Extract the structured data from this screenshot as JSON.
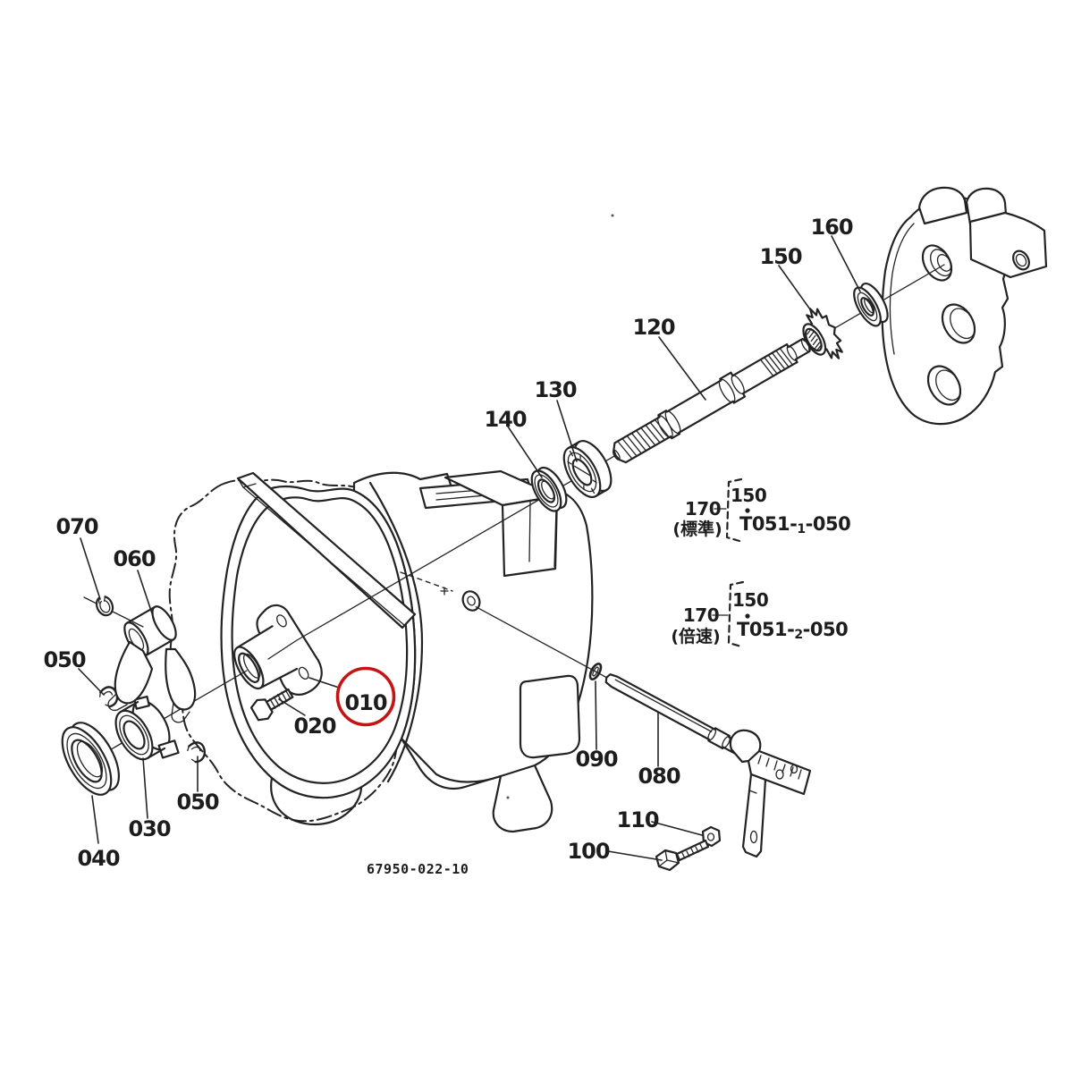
{
  "colors": {
    "ink": "#232323",
    "label": "#1d1d1d",
    "highlight_red": "#c41414",
    "paper": "#ffffff"
  },
  "callouts": {
    "c010": "010",
    "c020": "020",
    "c030": "030",
    "c040": "040",
    "c050_upper": "050",
    "c050_lower": "050",
    "c060": "060",
    "c070": "070",
    "c080": "080",
    "c090": "090",
    "c100": "100",
    "c110": "110",
    "c120": "120",
    "c130": "130",
    "c140": "140",
    "c150": "150",
    "c160": "160"
  },
  "variant_notes": {
    "standard": {
      "ref": "170",
      "qualifier": "(標準)",
      "sub_ref": "150",
      "bullet": "•",
      "code_prefix": "T051-",
      "code_sub": "1",
      "code_suffix": "-050"
    },
    "double_speed": {
      "ref": "170",
      "qualifier": "(倍速)",
      "sub_ref": "150",
      "bullet": "•",
      "code_prefix": "T051-",
      "code_sub": "2",
      "code_suffix": "-050"
    }
  },
  "footer": {
    "drawing_number": "67950-022-10"
  }
}
